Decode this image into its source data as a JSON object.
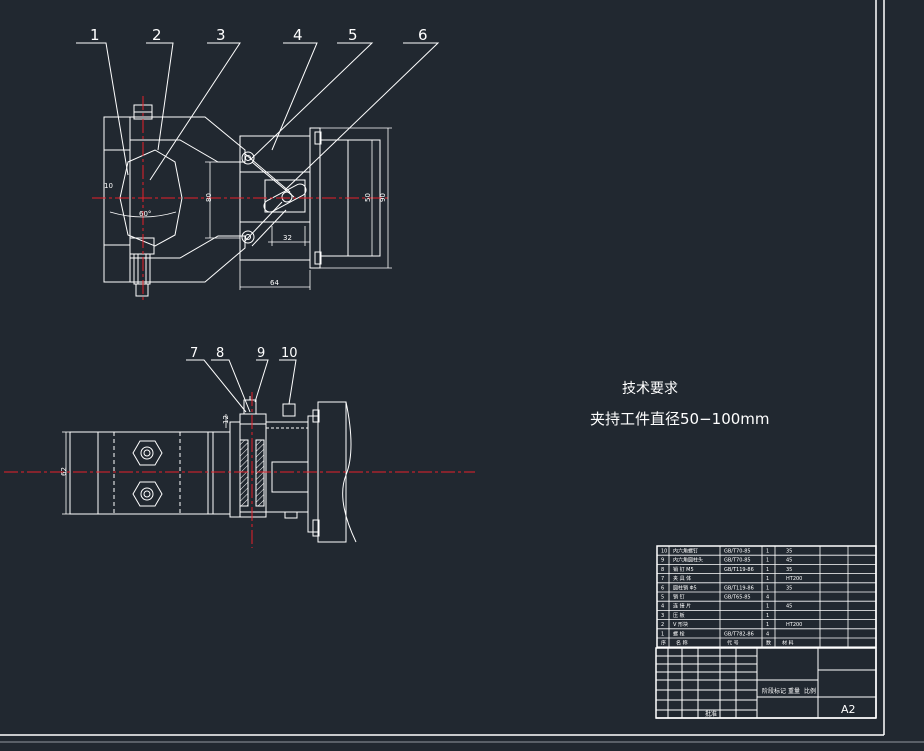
{
  "colors": {
    "background": "#212830",
    "line": "#ffffff",
    "center_line": "#e8202a",
    "dimension": "#ffffff"
  },
  "part_labels": [
    "1",
    "2",
    "3",
    "4",
    "5",
    "6",
    "7",
    "8",
    "9",
    "10"
  ],
  "dimensions": {
    "top_left_10": "10",
    "angle": "60°",
    "height_80": "80",
    "width_32": "32",
    "width_64": "64",
    "height_50": "50",
    "height_90": "90",
    "side_12": "12",
    "front_62": "62"
  },
  "tech_requirements": {
    "heading": "技术要求",
    "body": "夹持工件直径50−100mm"
  },
  "bom_rows": [
    {
      "no": "10",
      "name": "内六角螺钉",
      "std": "GB/T70-85",
      "qty": "1",
      "material": "35"
    },
    {
      "no": "9",
      "name": "内六角圆柱头",
      "std": "GB/T70-85",
      "qty": "1",
      "material": "45"
    },
    {
      "no": "8",
      "name": "销 钉 M5",
      "std": "GB/T119-86",
      "qty": "1",
      "material": "35"
    },
    {
      "no": "7",
      "name": "夹 具 体",
      "std": "",
      "qty": "1",
      "material": "HT200"
    },
    {
      "no": "6",
      "name": "圆柱销 Φ5",
      "std": "GB/T119-86",
      "qty": "1",
      "material": "35"
    },
    {
      "no": "5",
      "name": "销 钉",
      "std": "GB/T65-85",
      "qty": "4",
      "material": ""
    },
    {
      "no": "4",
      "name": "连 接 片",
      "std": "",
      "qty": "1",
      "material": "45"
    },
    {
      "no": "3",
      "name": "压 板",
      "std": "",
      "qty": "1",
      "material": ""
    },
    {
      "no": "2",
      "name": "V 形块",
      "std": "",
      "qty": "1",
      "material": "HT200"
    },
    {
      "no": "1",
      "name": "螺 栓",
      "std": "GB/T782-86",
      "qty": "4",
      "material": ""
    }
  ],
  "bom_header": {
    "no": "序",
    "name": "名 称",
    "std": "代 号",
    "qty": "数",
    "material": "材 料"
  },
  "title_block": {
    "sheet_size": "A2",
    "stage_label": "阶段标记",
    "weight_label": "重量",
    "scale_label": "比例",
    "approval_label": "批准"
  }
}
